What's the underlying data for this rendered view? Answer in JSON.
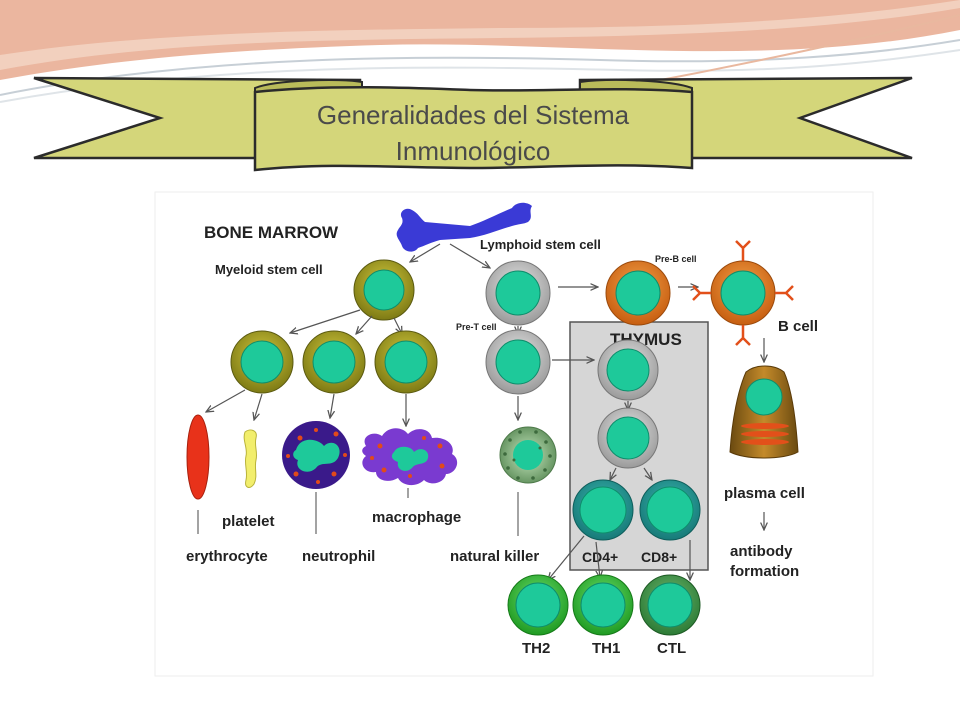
{
  "slide": {
    "title_line1": "Generalidades del Sistema",
    "title_line2": "Inmunológico"
  },
  "diagram": {
    "bone_marrow": "BONE MARROW",
    "lymphoid_stem_cell": "Lymphoid stem cell",
    "myeloid_stem_cell": "Myeloid stem cell",
    "pre_b_cell": "Pre-B cell",
    "pre_t_cell": "Pre-T cell",
    "thymus": "THYMUS",
    "b_cell": "B cell",
    "plasma_cell": "plasma cell",
    "antibody_line1": "antibody",
    "antibody_line2": "formation",
    "platelet": "platelet",
    "erythrocyte": "erythrocyte",
    "neutrophil": "neutrophil",
    "macrophage": "macrophage",
    "natural_killer": "natural killer",
    "cd4": "CD4+",
    "cd8": "CD8+",
    "th2": "TH2",
    "th1": "TH1",
    "ctl": "CTL"
  },
  "colors": {
    "banner": "#d4d67a",
    "banner_stroke": "#2b2b2b",
    "title_text": "#4a4a4a",
    "cell_nucleus": "#1ec99a",
    "myeloid_ring": "#8b8a1e",
    "lymphoid_ring": "#b9b9b9",
    "preb_ring": "#d9701c",
    "thymus_box": "#d6d6d6",
    "mature_t_ring": "#1d8a86",
    "effector_ring": "#2fb52f",
    "bone": "#3a3ad6",
    "erythrocyte": "#e8321a",
    "platelet": "#f2ee6c",
    "neutrophil": "#3a1a8a",
    "macrophage": "#7a3ad0"
  },
  "icons": [
    "bone-icon",
    "erythrocyte-icon",
    "platelet-icon",
    "neutrophil-icon",
    "macrophage-icon",
    "natural-killer-icon",
    "plasma-cell-icon"
  ]
}
